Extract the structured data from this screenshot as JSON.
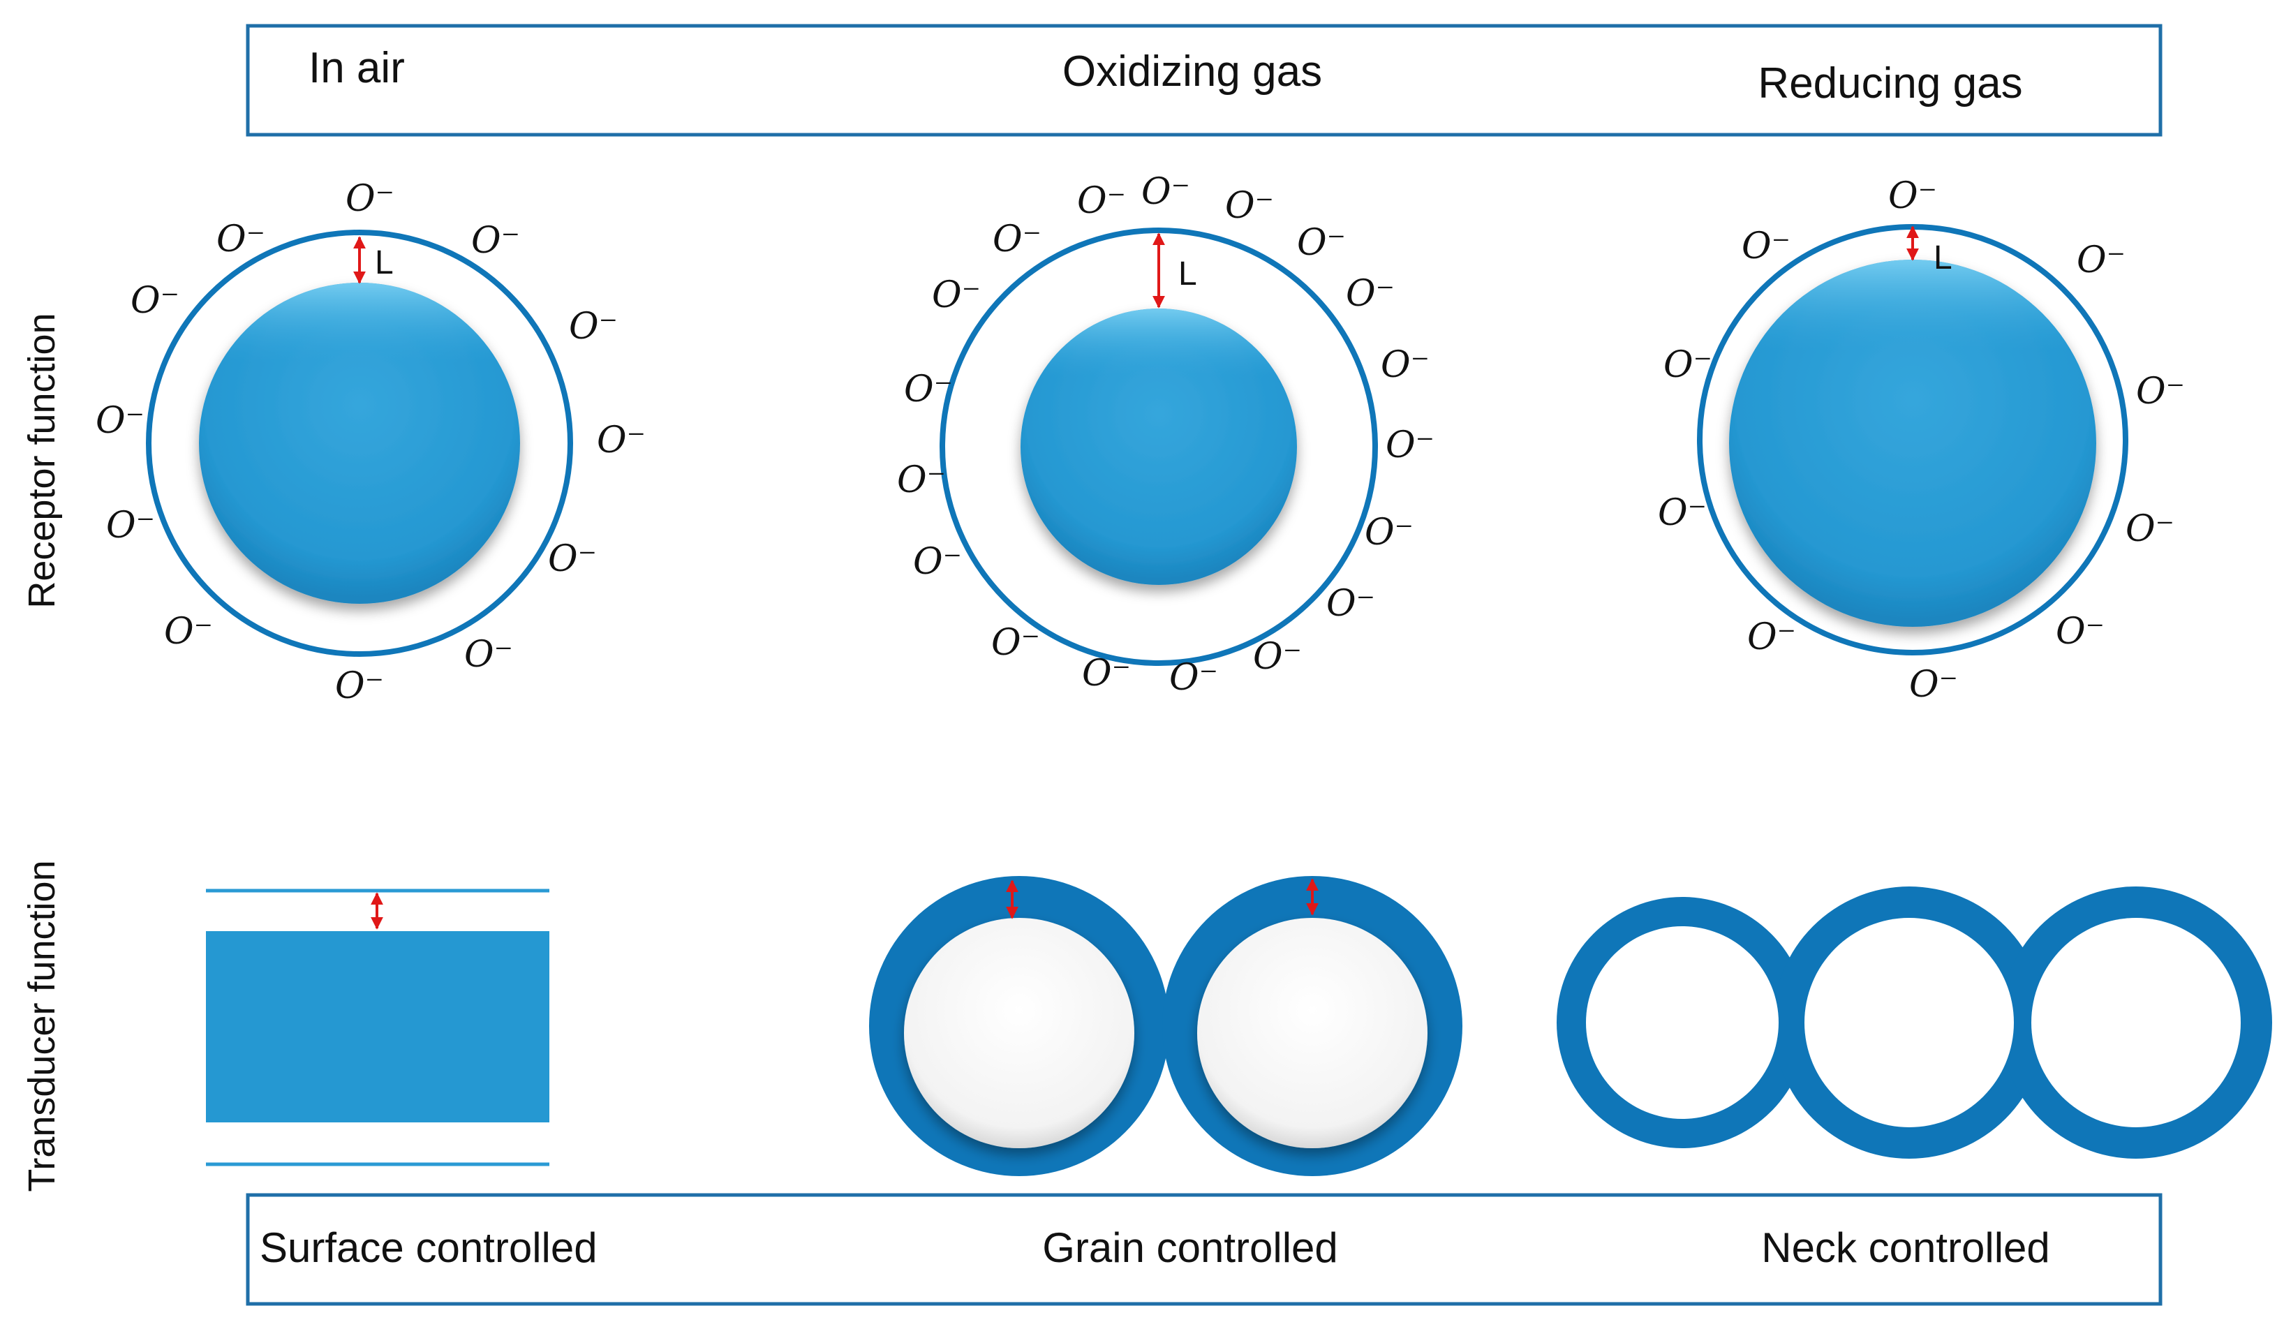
{
  "header": {
    "col1": "In air",
    "col2": "Oxidizing gas",
    "col3": "Reducing gas"
  },
  "row_labels": {
    "receptor": "Receptor function",
    "transducer": "Transducer function"
  },
  "footer": {
    "col1": "Surface controlled",
    "col2": "Grain controlled",
    "col3": "Neck controlled"
  },
  "ion_label": "O⁻",
  "depletion_label": "L",
  "colors": {
    "border": "#1f6fa8",
    "grain": "#2a9ad4",
    "shell": "#0f76b8",
    "arrow": "#e01818"
  }
}
